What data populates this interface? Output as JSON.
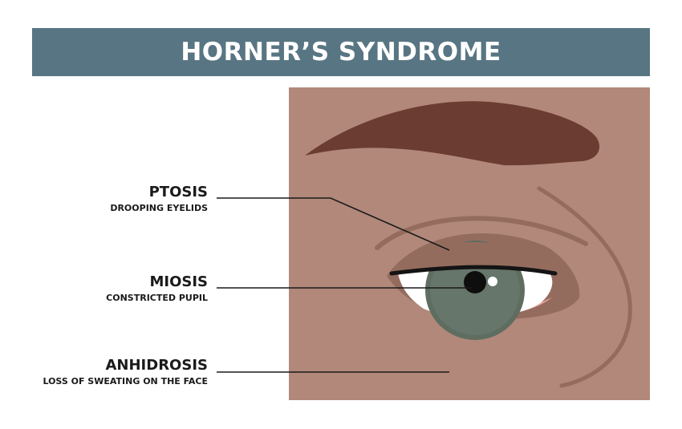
{
  "header": {
    "title": "HORNER’S SYNDROME"
  },
  "labels": [
    {
      "title": "PTOSIS",
      "subtitle": "DROOPING EYELIDS"
    },
    {
      "title": "MIOSIS",
      "subtitle": "CONSTRICTED PUPIL"
    },
    {
      "title": "ANHIDROSIS",
      "subtitle": "LOSS OF SWEATING ON THE FACE"
    }
  ],
  "colors": {
    "banner": "#587583",
    "skin": "#B1887A",
    "eyebrow": "#6B3C32",
    "crease": "#946C5E",
    "iris": "#5E6D60",
    "pupil": "#0E0E0E",
    "lid_rim": "#E7A499"
  }
}
